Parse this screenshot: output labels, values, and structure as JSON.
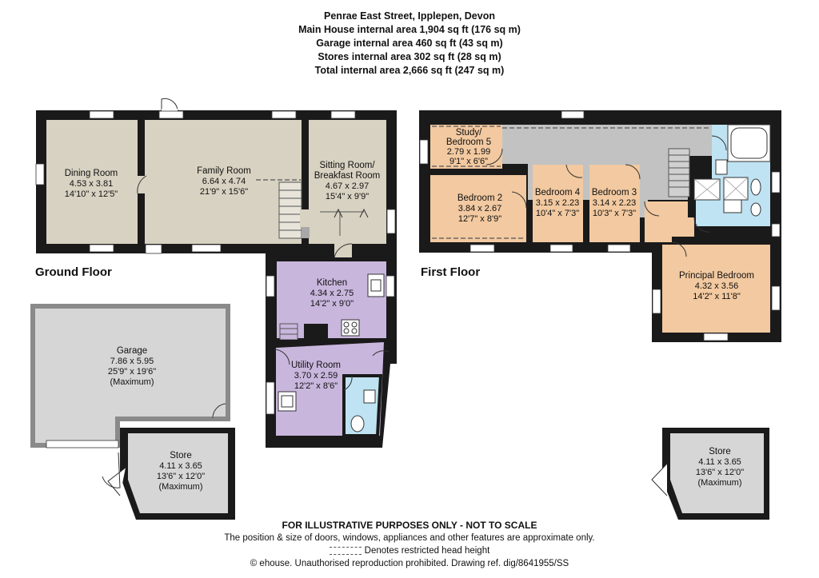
{
  "header": {
    "address": "Penrae East Street, Ipplepen, Devon",
    "main_house": "Main House internal area 1,904 sq ft (176 sq m)",
    "garage": "Garage internal area 460 sq ft (43 sq m)",
    "stores": "Stores internal area 302 sq ft (28 sq m)",
    "total": "Total internal area 2,666 sq ft (247 sq m)"
  },
  "floors": {
    "ground": "Ground Floor",
    "first": "First Floor"
  },
  "colors": {
    "wall": "#1a1a1a",
    "beige": "#d8d2c2",
    "lilac": "#c9b6dd",
    "peach": "#f2c9a0",
    "grey": "#c2c2c2",
    "light_grey": "#d6d6d6",
    "bath_blue": "#bfe3f2"
  },
  "rooms": {
    "dining": {
      "name": "Dining Room",
      "metric": "4.53 x 3.81",
      "imperial": "14'10\" x 12'5\""
    },
    "family": {
      "name": "Family Room",
      "metric": "6.64 x 4.74",
      "imperial": "21'9\" x 15'6\""
    },
    "sitting": {
      "name1": "Sitting Room/",
      "name2": "Breakfast Room",
      "metric": "4.67 x 2.97",
      "imperial": "15'4\" x 9'9\""
    },
    "kitchen": {
      "name": "Kitchen",
      "metric": "4.34 x 2.75",
      "imperial": "14'2\" x 9'0\""
    },
    "utility": {
      "name": "Utility Room",
      "metric": "3.70 x 2.59",
      "imperial": "12'2\" x 8'6\""
    },
    "garage": {
      "name": "Garage",
      "metric": "7.86 x 5.95",
      "imperial": "25'9\" x 19'6\"",
      "note": "(Maximum)"
    },
    "store_ground": {
      "name": "Store",
      "metric": "4.11 x 3.65",
      "imperial": "13'6\" x 12'0\"",
      "note": "(Maximum)"
    },
    "study": {
      "name1": "Study/",
      "name2": "Bedroom 5",
      "metric": "2.79 x 1.99",
      "imperial": "9'1\" x 6'6\""
    },
    "bedroom2": {
      "name": "Bedroom 2",
      "metric": "3.84 x 2.67",
      "imperial": "12'7\" x 8'9\""
    },
    "bedroom4": {
      "name": "Bedroom 4",
      "metric": "3.15 x 2.23",
      "imperial": "10'4\" x 7'3\""
    },
    "bedroom3": {
      "name": "Bedroom 3",
      "metric": "3.14 x 2.23",
      "imperial": "10'3\" x 7'3\""
    },
    "principal": {
      "name": "Principal Bedroom",
      "metric": "4.32 x 3.56",
      "imperial": "14'2\" x 11'8\""
    },
    "store_first": {
      "name": "Store",
      "metric": "4.11 x 3.65",
      "imperial": "13'6\" x 12'0\"",
      "note": "(Maximum)"
    }
  },
  "footer": {
    "disclaimer": "FOR ILLUSTRATIVE PURPOSES ONLY - NOT TO SCALE",
    "position_note": "The position & size of doors, windows, appliances and other features are approximate only.",
    "restricted": "Denotes restricted head height",
    "copyright": "© ehouse. Unauthorised reproduction prohibited. Drawing ref. dig/8641955/SS"
  }
}
